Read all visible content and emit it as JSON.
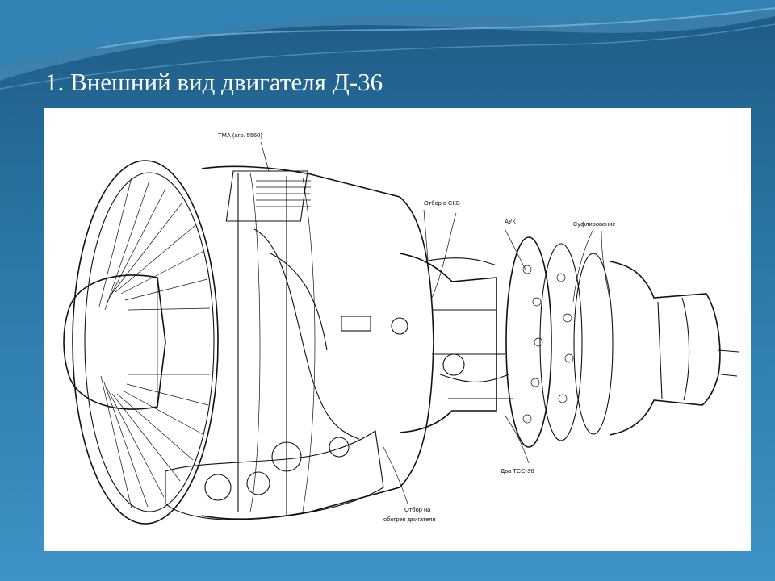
{
  "slide": {
    "title": "1. Внешний вид двигателя Д-36"
  },
  "diagram": {
    "labels": {
      "tma": "ТМА (агр. 5560)",
      "bleed_skv": "Отбор в СКВ",
      "auk": "АУК",
      "sufflation": "Суфлирование",
      "tss": "Два ТСС-36",
      "heating_line1": "Отбор на",
      "heating_line2": "обогрев двигателя"
    }
  },
  "colors": {
    "background_top": "#1e5b84",
    "background_bottom": "#3f93c6",
    "title_text": "#ffffff",
    "figure_background": "#ffffff",
    "line_art": "#111111"
  }
}
